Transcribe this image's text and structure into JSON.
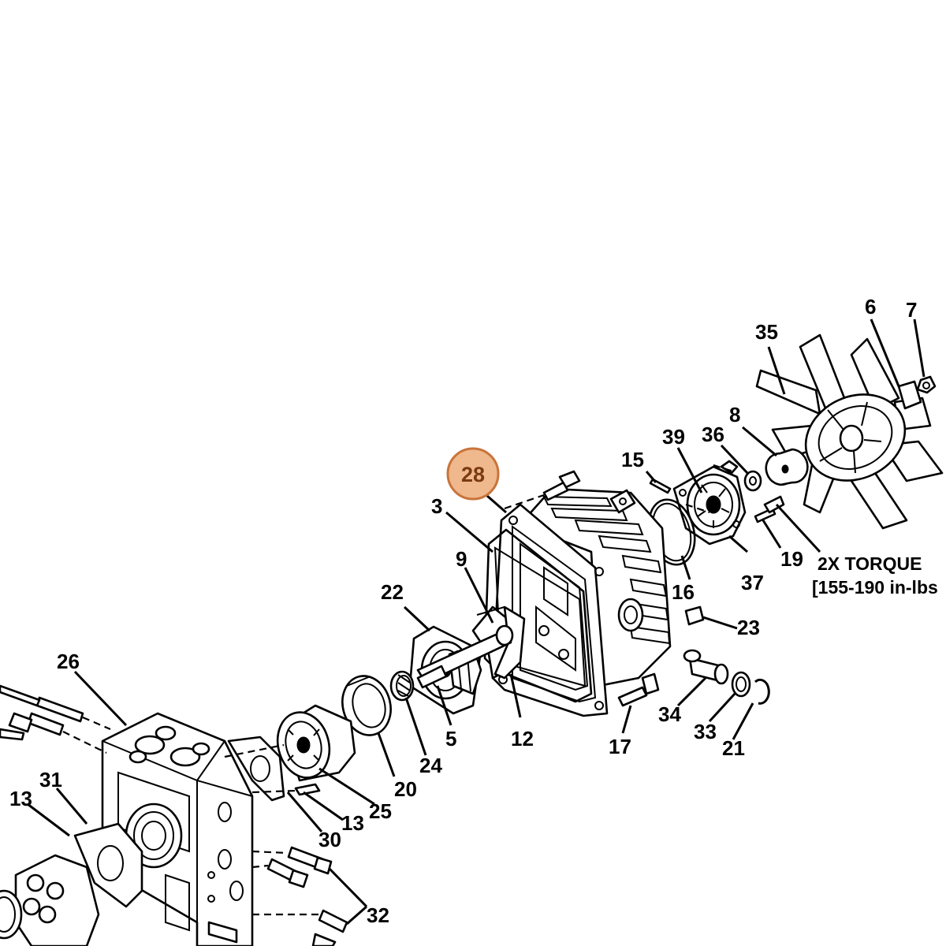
{
  "diagram": {
    "labels": {
      "p3": "3",
      "p5": "5",
      "p6": "6",
      "p7": "7",
      "p8": "8",
      "p9": "9",
      "p12": "12",
      "p13a": "13",
      "p13b": "13",
      "p15": "15",
      "p16": "16",
      "p17": "17",
      "p19": "19",
      "p20": "20",
      "p21": "21",
      "p22": "22",
      "p23": "23",
      "p24": "24",
      "p25": "25",
      "p26": "26",
      "p30": "30",
      "p31": "31",
      "p32": "32",
      "p33": "33",
      "p34": "34",
      "p35": "35",
      "p36": "36",
      "p37": "37",
      "p39": "39"
    },
    "highlighted_part": "28",
    "highlight_color": "#efb88d",
    "highlight_ring_color": "#c9743a",
    "torque_note": {
      "line1": "2X TORQUE",
      "line2": "[155-190 in-lbs"
    }
  }
}
